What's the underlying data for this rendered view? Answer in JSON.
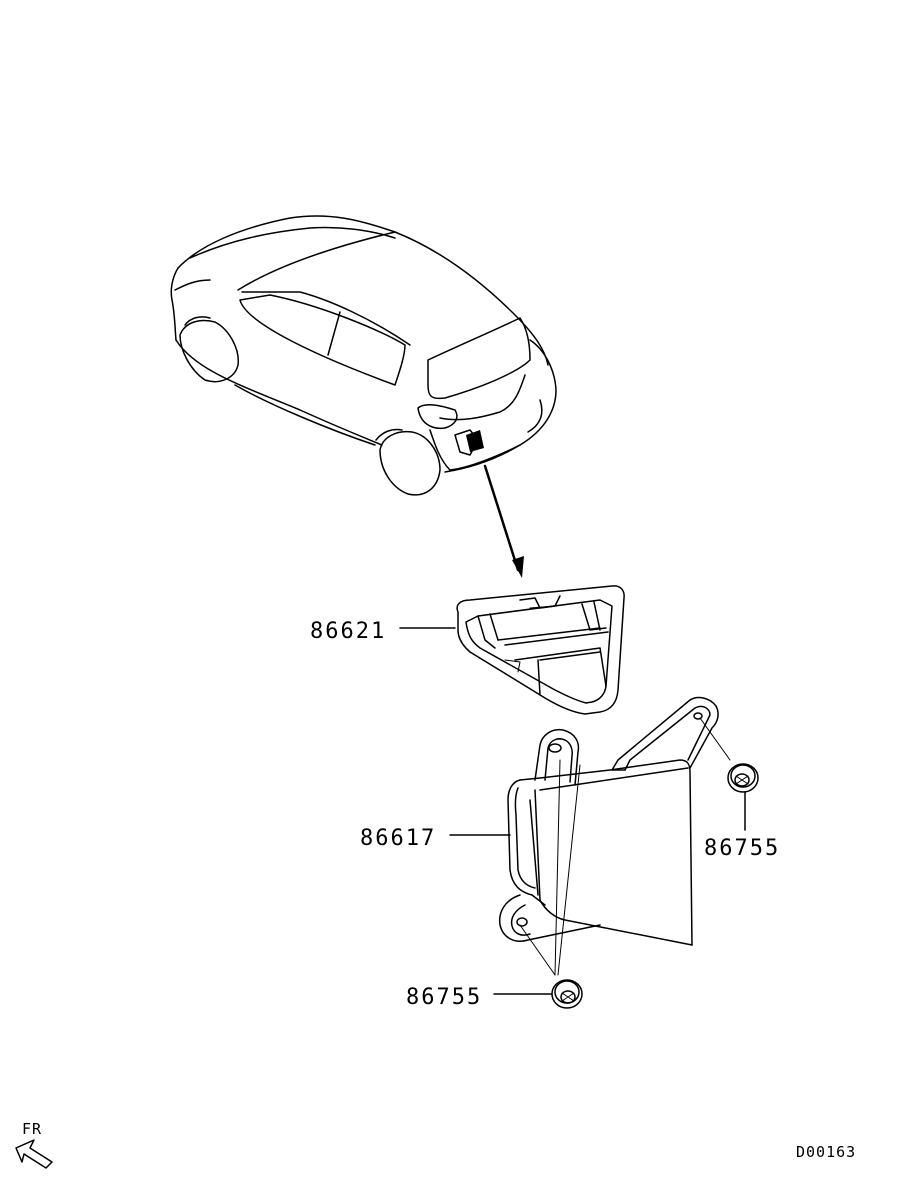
{
  "diagram": {
    "code": "D00163",
    "orientation": "FR",
    "parts": {
      "bracket_label": "86621",
      "unit_label": "86617",
      "nut_right_label": "86755",
      "nut_bottom_label": "86755"
    }
  }
}
